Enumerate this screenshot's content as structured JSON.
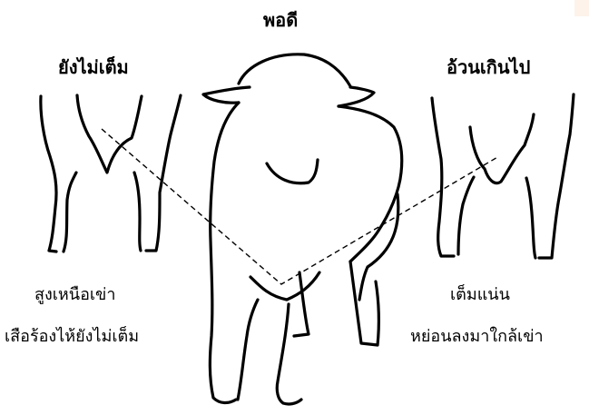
{
  "labels": {
    "center_title": "พอดี",
    "left_title": "ยังไม่เต็ม",
    "right_title": "อ้วนเกินไป",
    "left_caption_line1": "สูงเหนือเข่า",
    "left_caption_line2": "เสือร้องไห้ยังไม่เต็ม",
    "right_caption_line1": "เต็มแน่น",
    "right_caption_line2": "หย่อนลงมาใกล้เข่า"
  },
  "colors": {
    "ink": "#000000",
    "background": "#ffffff",
    "corner_accent": "#fdf3ea"
  }
}
